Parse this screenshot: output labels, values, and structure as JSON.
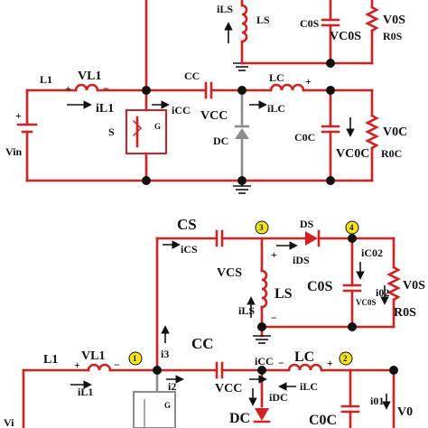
{
  "top": {
    "labels": {
      "i_ls": "iLS",
      "l_s": "LS",
      "c_0s": "C0S",
      "v_c0s": "VC0S",
      "v_0s": "V0S",
      "r_0s": "R0S",
      "l1": "L1",
      "vl1": "VL1",
      "il1": "iL1",
      "vin": "Vin",
      "switch_s": "S",
      "gate": "G",
      "cc": "CC",
      "icc": "iCC",
      "vcc": "VCC",
      "lc": "LC",
      "ilc": "iLC",
      "dc": "DC",
      "c0c": "C0C",
      "vc0c": "VC0C",
      "v0c": "V0C",
      "r0c": "R0C",
      "plus": "+",
      "minus": "−"
    }
  },
  "bottom": {
    "labels": {
      "cs": "CS",
      "ics": "iCS",
      "ds": "DS",
      "ids": "iDS",
      "vcs": "VCS",
      "ls": "LS",
      "ils": "iLS",
      "ic02": "iC02",
      "c0s": "C0S",
      "vc0s": "VC0S",
      "i02": "i02",
      "v0s": "V0S",
      "r0s": "R0S",
      "i3": "i3",
      "i2": "i2",
      "cc": "CC",
      "vcc": "VCC",
      "icc": "iCC",
      "lc": "LC",
      "ilc": "iLC",
      "idc": "iDC",
      "dc": "DC",
      "c0c": "C0C",
      "i01": "i01",
      "v0": "V0",
      "l1": "L1",
      "vl1": "VL1",
      "il1": "iL1",
      "vin": "Vi",
      "gate": "G",
      "plus": "+",
      "minus": "−"
    },
    "nodes": [
      "1",
      "2",
      "3",
      "4"
    ]
  }
}
